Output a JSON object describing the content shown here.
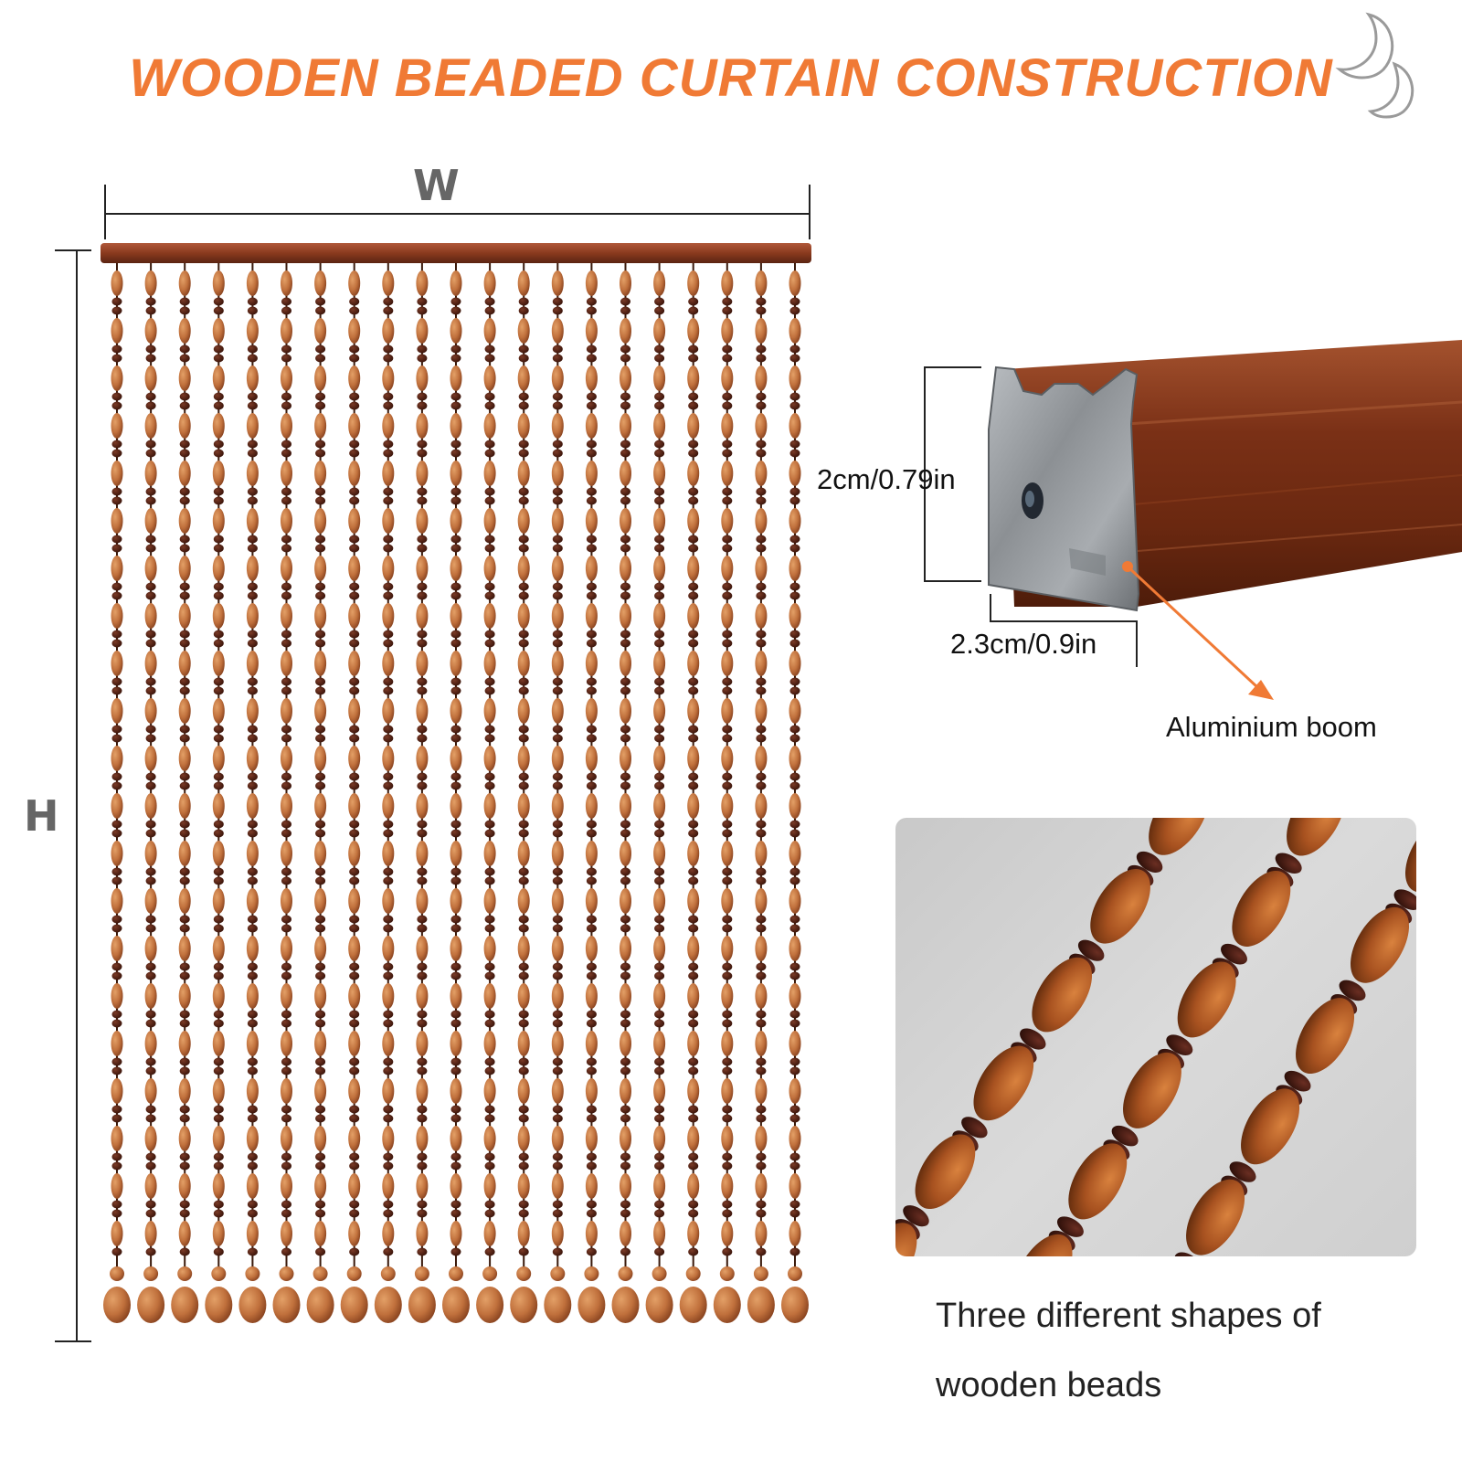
{
  "title": "WOODEN BEADED CURTAIN CONSTRUCTION",
  "dimensions": {
    "width_letter": "W",
    "height_letter": "H"
  },
  "boom": {
    "height_label": "2cm/0.79in",
    "width_label": "2.3cm/0.9in",
    "name_label": "Aluminium boom"
  },
  "beads": {
    "caption_line1": "Three different shapes of",
    "caption_line2": "wooden beads"
  },
  "colors": {
    "title": "#f07a35",
    "rod": "#8a3a1e",
    "bead_light": "#c97a45",
    "bead_dark": "#4a1f12",
    "arrow": "#f07a35"
  },
  "logo": "double-crescent-moon-icon"
}
